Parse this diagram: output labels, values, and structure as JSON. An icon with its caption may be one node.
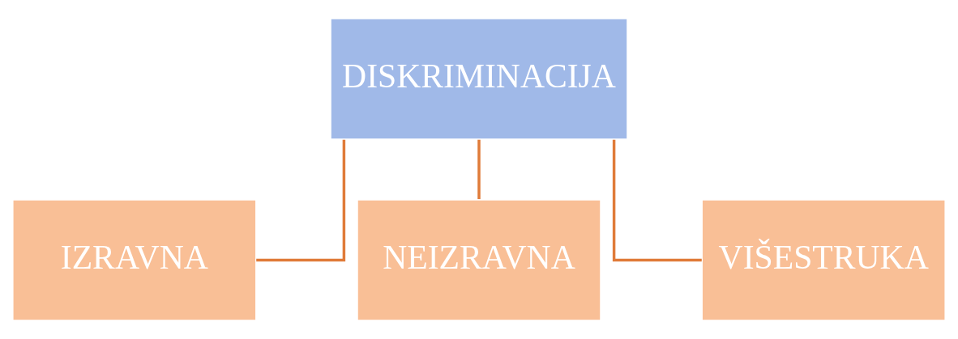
{
  "diagram": {
    "nodes": [
      {
        "text": [
          "DISKRIMINACIJA"
        ]
      },
      {
        "text": [
          "IZRAVNA"
        ]
      },
      {
        "text": [
          "NEIZRAVNA"
        ]
      },
      {
        "text": [
          "VIŠESTRUKA"
        ]
      }
    ],
    "edges": [
      {
        "from": 0,
        "to": 1,
        "arrow": "none"
      },
      {
        "from": 0,
        "to": 2,
        "arrow": "none"
      },
      {
        "from": 0,
        "to": 3,
        "arrow": "none"
      }
    ]
  }
}
